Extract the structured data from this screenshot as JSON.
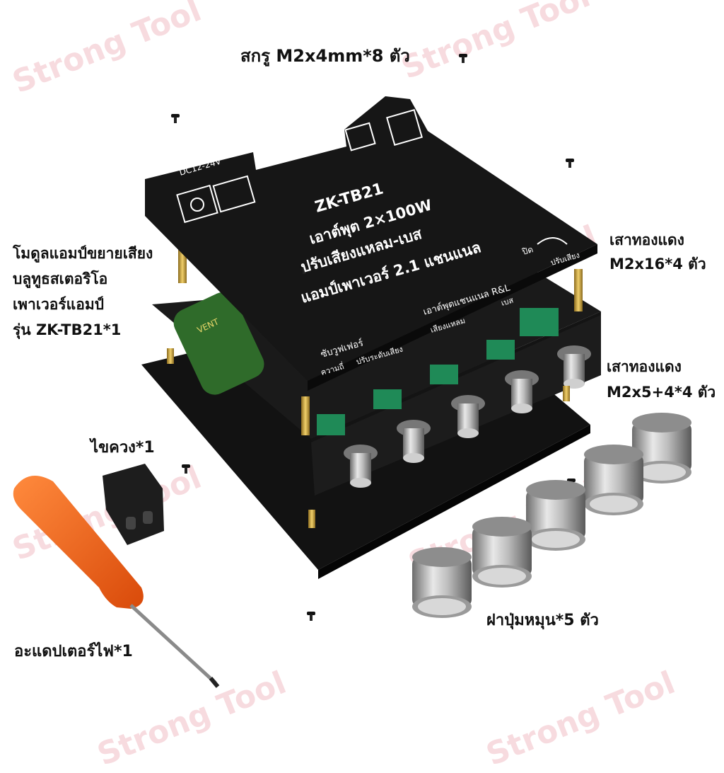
{
  "labels": {
    "screws": "สกรู M2x4mm*8 ตัว",
    "module_line1": "โมดูลแอมป์ขยายเสียง",
    "module_line2": "บลูทูธสเตอริโอ",
    "module_line3": "เพาเวอร์แอมป์",
    "module_line4": "รุ่น ZK-TB21*1",
    "standoff_long_line1": "เสาทองแดง",
    "standoff_long_line2": "M2x16*4 ตัว",
    "standoff_short_line1": "เสาทองแดง",
    "standoff_short_line2": "M2x5+4*4 ตัว",
    "screwdriver": "ไขควง*1",
    "knob_caps": "ฝาปุ่มหมุน*5 ตัว",
    "adapter": "อะแดปเตอร์ไฟ*1"
  },
  "board": {
    "model": "ZK-TB21",
    "line1": "เอาต์พุต 2×100W",
    "line2": "ปรับเสียงแหลม-เบส",
    "line3": "แอมป์เพาเวอร์ 2.1 แชนแนล",
    "power_label": "DC12-24V",
    "knob_off": "ปิด",
    "knob_volume": "ปรับเสียง",
    "sub_label": "ซับวูฟเฟอร์",
    "sub_freq": "ความถี่",
    "sub_level": "ปรับระดับเสียง",
    "rl_label": "เอาต์พุตแชนแนล R&L",
    "treble_label": "เสียงแหลม",
    "bass_label": "เบส"
  },
  "watermark": "Strong Tool",
  "colors": {
    "board": "#161616",
    "terminal": "#1f8a57",
    "brass": "#c9a13b",
    "screwdriver": "#f05a14",
    "watermark": "#dc5a6e"
  }
}
